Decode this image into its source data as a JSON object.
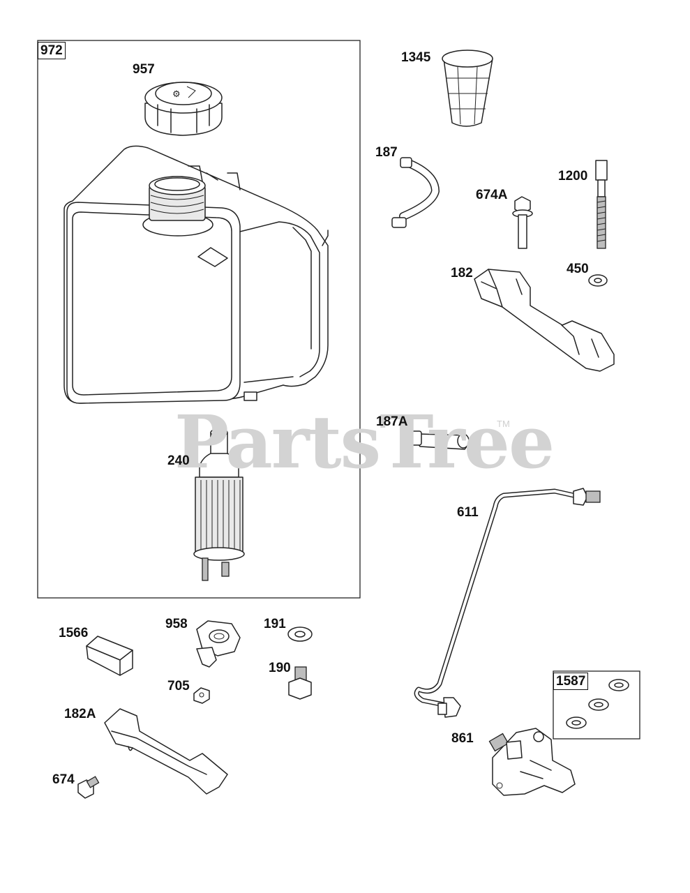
{
  "watermark": {
    "text": "PartsTree",
    "trademark": "TM"
  },
  "colors": {
    "ink": "#222222",
    "watermark": "#d3d3d3",
    "background": "#ffffff"
  },
  "boxes": {
    "box_972": "972",
    "box_1587": "1587"
  },
  "parts": {
    "p957": "957",
    "p240": "240",
    "p1345": "1345",
    "p187": "187",
    "p674A": "674A",
    "p1200": "1200",
    "p182": "182",
    "p450": "450",
    "p187A": "187A",
    "p611": "611",
    "p1566": "1566",
    "p958": "958",
    "p191": "191",
    "p190": "190",
    "p705": "705",
    "p182A": "182A",
    "p674": "674",
    "p861": "861"
  }
}
